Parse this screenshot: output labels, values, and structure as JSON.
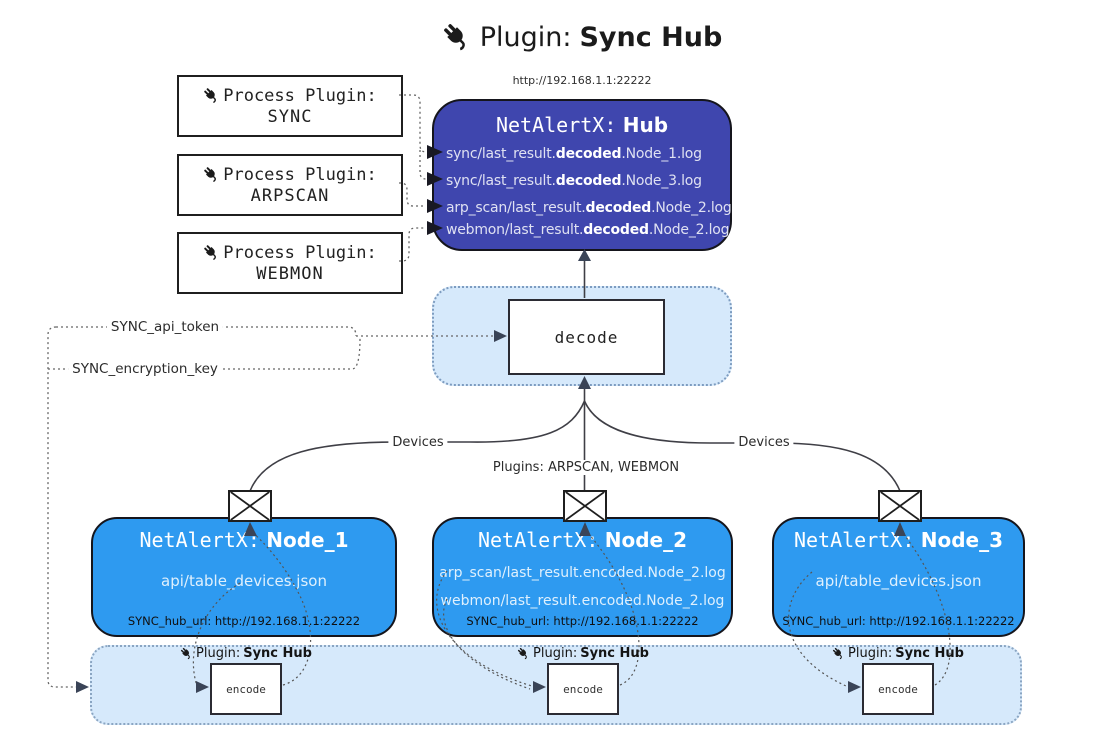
{
  "title": {
    "prefix": "Plugin:",
    "name": "Sync Hub"
  },
  "hub": {
    "url": "http://192.168.1.1:22222",
    "title_prefix": "NetAlertX:",
    "title_name": "Hub",
    "lines": [
      {
        "pre": "sync/last_result.",
        "bold": "decoded",
        "post": ".Node_1.log"
      },
      {
        "pre": "sync/last_result.",
        "bold": "decoded",
        "post": ".Node_3.log"
      },
      {
        "pre": "arp_scan/last_result.",
        "bold": "decoded",
        "post": ".Node_2.log"
      },
      {
        "pre": "webmon/last_result.",
        "bold": "decoded",
        "post": ".Node_2.log"
      }
    ]
  },
  "process_plugins": [
    {
      "label": "Process Plugin:",
      "name": "SYNC"
    },
    {
      "label": "Process Plugin:",
      "name": "ARPSCAN"
    },
    {
      "label": "Process Plugin:",
      "name": "WEBMON"
    }
  ],
  "secrets": {
    "api_token": "SYNC_api_token",
    "encryption_key": "SYNC_encryption_key"
  },
  "decode_box": {
    "label": "decode"
  },
  "edge_labels": {
    "left": "Devices",
    "center": "Plugins: ARPSCAN, WEBMON",
    "right": "Devices"
  },
  "nodes": [
    {
      "title_prefix": "NetAlertX:",
      "title_name": "Node_1",
      "files": [
        "api/table_devices.json"
      ],
      "hub_url": "SYNC_hub_url: http://192.168.1.1:22222"
    },
    {
      "title_prefix": "NetAlertX:",
      "title_name": "Node_2",
      "files": [
        "arp_scan/last_result.encoded.Node_2.log",
        "webmon/last_result.encoded.Node_2.log"
      ],
      "hub_url": "SYNC_hub_url: http://192.168.1.1:22222"
    },
    {
      "title_prefix": "NetAlertX:",
      "title_name": "Node_3",
      "files": [
        "api/table_devices.json"
      ],
      "hub_url": "SYNC_hub_url: http://192.168.1.1:22222"
    }
  ],
  "encode_panel": {
    "plugin_prefix": "Plugin:",
    "plugin_name": "Sync Hub",
    "box_label": "encode"
  },
  "icons": {
    "plug": "plug-icon",
    "envelope": "envelope-icon"
  },
  "colors": {
    "hub_fill": "#3f46ae",
    "node_fill": "#2e9af0",
    "panel_fill": "#d6e9fb",
    "panel_border": "#7d9cc0",
    "solid_line": "#3f3f46",
    "dotted_line": "#5f5f5f",
    "arrow_dark": "#3a4457"
  }
}
